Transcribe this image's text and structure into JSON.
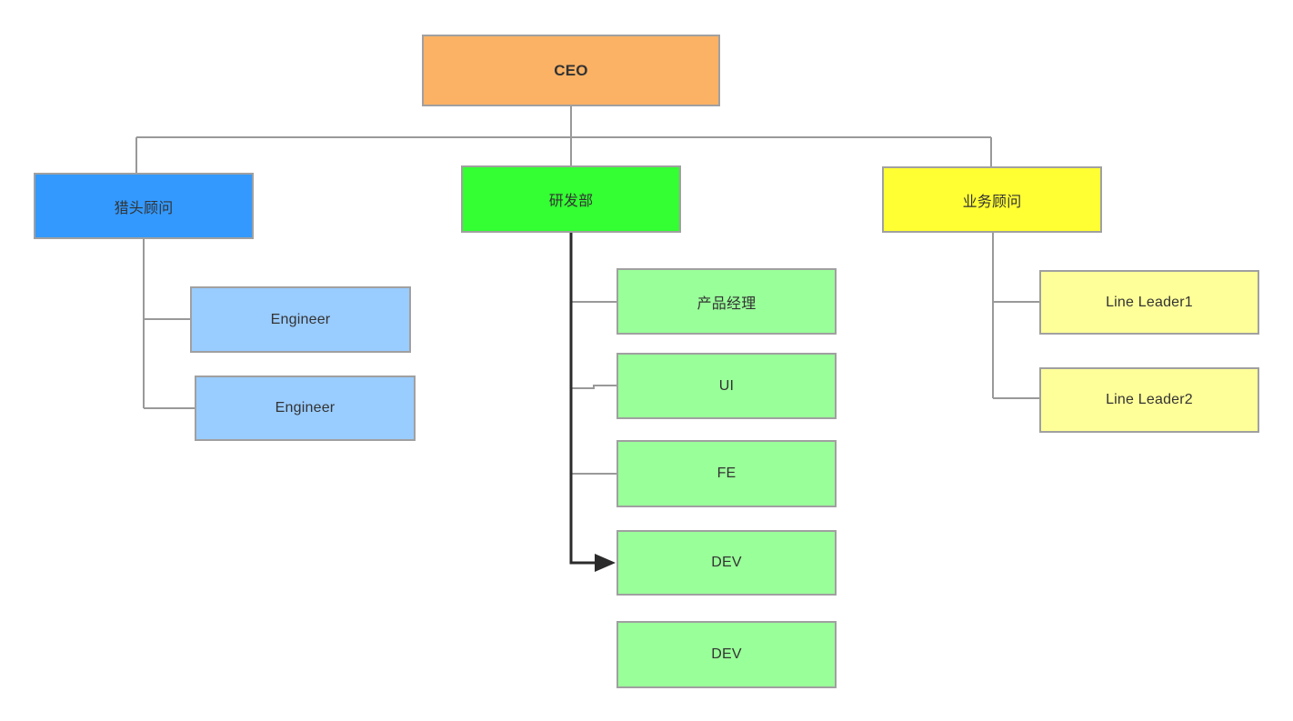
{
  "diagram": {
    "type": "org-chart",
    "nodes": [
      {
        "id": "ceo",
        "label": "CEO",
        "fill": "#FBB264",
        "bold": true
      },
      {
        "id": "headhunter",
        "label": "猎头顾问",
        "fill": "#3399FF",
        "bold": false
      },
      {
        "id": "rnd",
        "label": "研发部",
        "fill": "#33FF33",
        "bold": false
      },
      {
        "id": "biz",
        "label": "业务顾问",
        "fill": "#FFFF33",
        "bold": false
      },
      {
        "id": "eng1",
        "label": "Engineer",
        "fill": "#99CCFF",
        "bold": false
      },
      {
        "id": "eng2",
        "label": "Engineer",
        "fill": "#99CCFF",
        "bold": false
      },
      {
        "id": "pm",
        "label": "产品经理",
        "fill": "#99FF99",
        "bold": false
      },
      {
        "id": "ui",
        "label": "UI",
        "fill": "#99FF99",
        "bold": false
      },
      {
        "id": "fe",
        "label": "FE",
        "fill": "#99FF99",
        "bold": false
      },
      {
        "id": "dev1",
        "label": "DEV",
        "fill": "#99FF99",
        "bold": false
      },
      {
        "id": "dev2",
        "label": "DEV",
        "fill": "#99FF99",
        "bold": false
      },
      {
        "id": "ll1",
        "label": "Line Leader1",
        "fill": "#FFFF99",
        "bold": false
      },
      {
        "id": "ll2",
        "label": "Line Leader2",
        "fill": "#FFFF99",
        "bold": false
      }
    ],
    "colors": {
      "node_border": "#a0a0a0",
      "connector": "#999999",
      "arrow_edge": "#2b2b2b",
      "text": "#333333",
      "background": "#ffffff"
    }
  }
}
